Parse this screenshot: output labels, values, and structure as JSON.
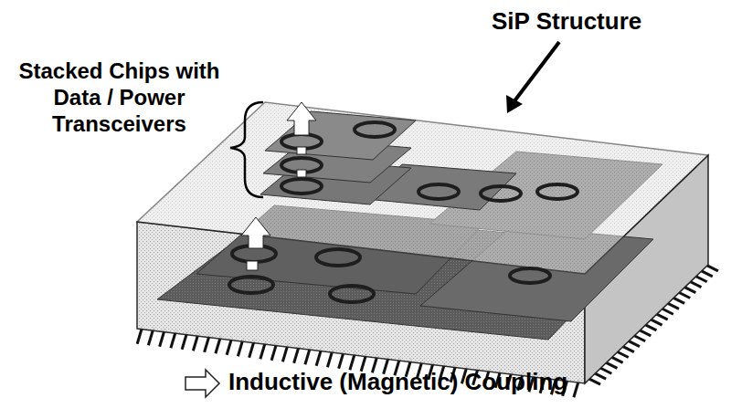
{
  "diagram": {
    "labels": [
      "SiP Structure",
      "Stacked Chips with Data / Power Transceivers"
    ],
    "legend": [
      {
        "text": "Inductive (Magnetic) Coupling"
      }
    ]
  }
}
